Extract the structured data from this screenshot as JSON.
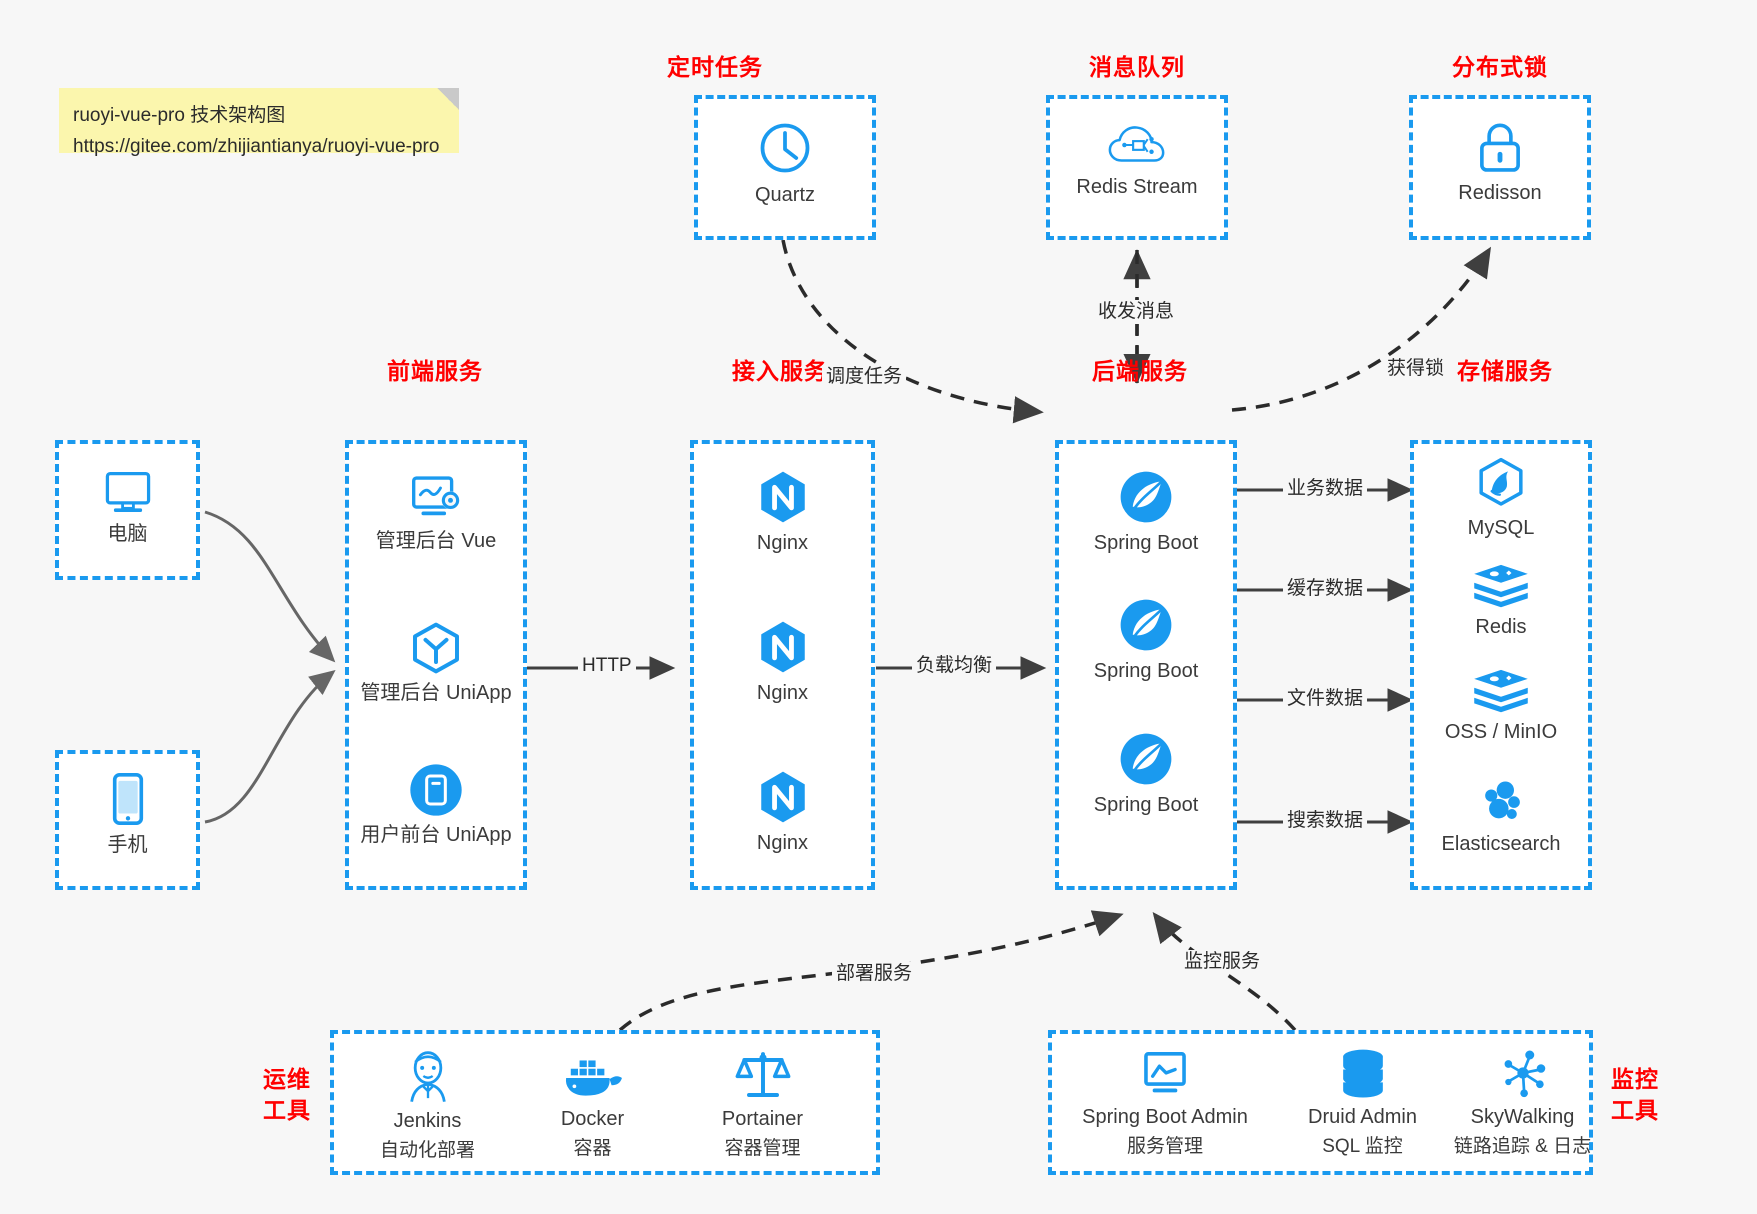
{
  "note": {
    "line1": "ruoyi-vue-pro 技术架构图",
    "line2": "https://gitee.com/zhijiantianya/ruoyi-vue-pro"
  },
  "colors": {
    "accent": "#1a9aef",
    "title": "#ff0000",
    "text": "#3b3b3b",
    "background": "#f7f7f7",
    "note": "#fbf6ad",
    "edge": "#3f3f3f"
  },
  "groups": {
    "scheduler": {
      "title": "定时任务"
    },
    "mq": {
      "title": "消息队列"
    },
    "lock": {
      "title": "分布式锁"
    },
    "frontend": {
      "title": "前端服务"
    },
    "gateway": {
      "title": "接入服务"
    },
    "backend": {
      "title": "后端服务"
    },
    "storage": {
      "title": "存储服务"
    },
    "devops": {
      "title_line1": "运维",
      "title_line2": "工具"
    },
    "monitor": {
      "title_line1": "监控",
      "title_line2": "工具"
    }
  },
  "clients": [
    {
      "label": "电脑",
      "icon": "desktop-icon"
    },
    {
      "label": "手机",
      "icon": "phone-icon"
    }
  ],
  "scheduler_nodes": [
    {
      "label": "Quartz",
      "icon": "clock-icon"
    }
  ],
  "mq_nodes": [
    {
      "label": "Redis Stream",
      "icon": "cloud-network-icon"
    }
  ],
  "lock_nodes": [
    {
      "label": "Redisson",
      "icon": "padlock-icon"
    }
  ],
  "frontend_nodes": [
    {
      "label": "管理后台 Vue",
      "icon": "monitor-gear-icon"
    },
    {
      "label": "管理后台 UniApp",
      "icon": "hexagon-y-icon"
    },
    {
      "label": "用户前台 UniApp",
      "icon": "mobile-app-icon"
    }
  ],
  "gateway_nodes": [
    {
      "label": "Nginx",
      "icon": "nginx-icon"
    },
    {
      "label": "Nginx",
      "icon": "nginx-icon"
    },
    {
      "label": "Nginx",
      "icon": "nginx-icon"
    }
  ],
  "backend_nodes": [
    {
      "label": "Spring Boot",
      "icon": "spring-leaf-icon"
    },
    {
      "label": "Spring Boot",
      "icon": "spring-leaf-icon"
    },
    {
      "label": "Spring Boot",
      "icon": "spring-leaf-icon"
    }
  ],
  "storage_nodes": [
    {
      "label": "MySQL",
      "icon": "mysql-dolphin-icon"
    },
    {
      "label": "Redis",
      "icon": "redis-stack-icon"
    },
    {
      "label": "OSS / MinIO",
      "icon": "redis-stack-icon"
    },
    {
      "label": "Elasticsearch",
      "icon": "elasticsearch-icon"
    }
  ],
  "devops_nodes": [
    {
      "label": "Jenkins",
      "sub": "自动化部署",
      "icon": "jenkins-butler-icon"
    },
    {
      "label": "Docker",
      "sub": "容器",
      "icon": "docker-whale-icon"
    },
    {
      "label": "Portainer",
      "sub": "容器管理",
      "icon": "scales-icon"
    }
  ],
  "monitor_nodes": [
    {
      "label": "Spring Boot Admin",
      "sub": "服务管理",
      "icon": "monitor-chart-icon"
    },
    {
      "label": "Druid Admin",
      "sub": "SQL 监控",
      "icon": "database-icon"
    },
    {
      "label": "SkyWalking",
      "sub": "链路追踪 & 日志",
      "icon": "skywalking-nodes-icon"
    }
  ],
  "edges": {
    "http": "HTTP",
    "load_balance": "负载均衡",
    "schedule_task": "调度任务",
    "send_receive_msg": "收发消息",
    "acquire_lock": "获得锁",
    "business_data": "业务数据",
    "cache_data": "缓存数据",
    "file_data": "文件数据",
    "search_data": "搜索数据",
    "deploy_service": "部署服务",
    "monitor_service": "监控服务"
  }
}
